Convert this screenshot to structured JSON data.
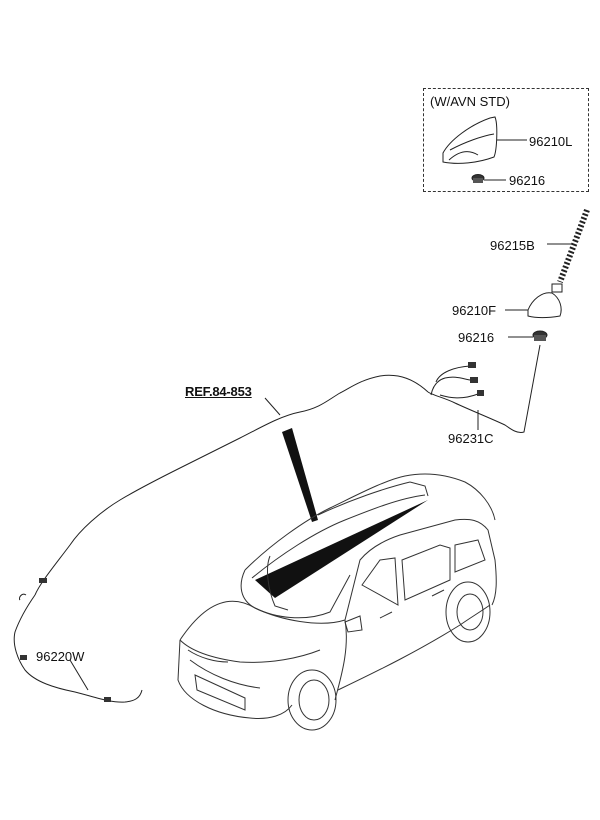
{
  "option_box": {
    "title": "(W/AVN STD)"
  },
  "parts": [
    {
      "id": "96210L",
      "label": "96210L"
    },
    {
      "id": "96216_opt",
      "label": "96216"
    },
    {
      "id": "96215B",
      "label": "96215B"
    },
    {
      "id": "96210F",
      "label": "96210F"
    },
    {
      "id": "96216",
      "label": "96216"
    },
    {
      "id": "96231C",
      "label": "96231C"
    },
    {
      "id": "96220W",
      "label": "96220W"
    }
  ],
  "reference": {
    "label": "REF.84-853"
  }
}
